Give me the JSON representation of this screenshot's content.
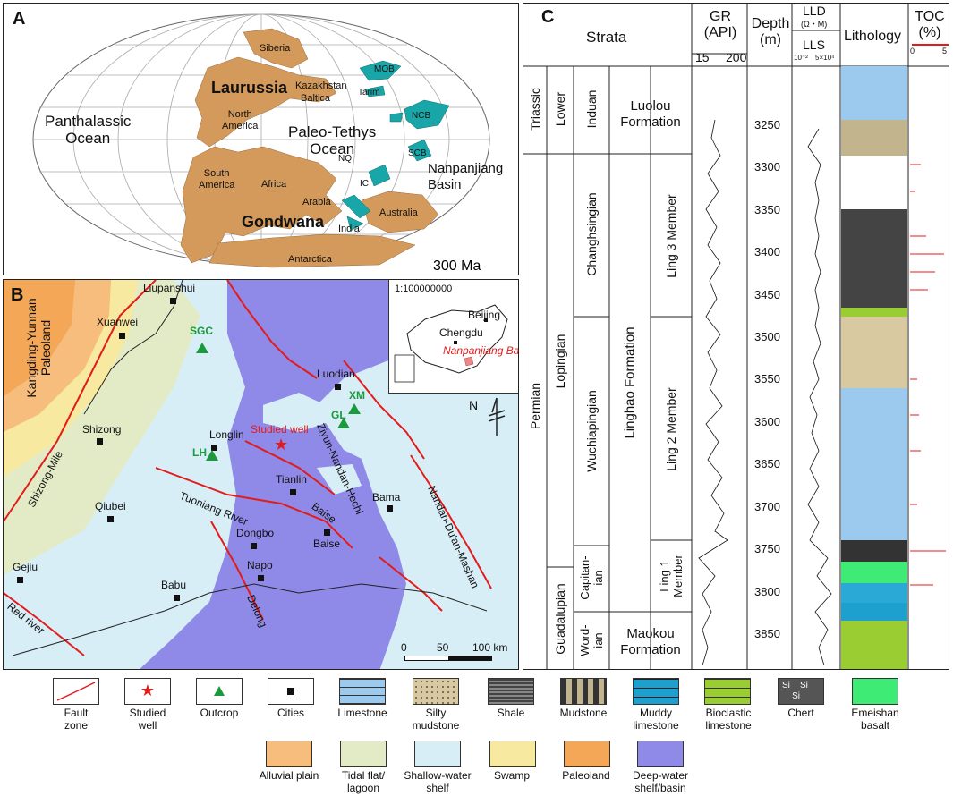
{
  "panelA": {
    "label": "A",
    "age": "300 Ma",
    "oceans": {
      "panthalassic": "Panthalassic\nOcean",
      "paleotethys": "Paleo-Tethys\nOcean"
    },
    "continents": [
      "Siberia",
      "Laurussia",
      "Kazakhstan",
      "Baltica",
      "North\nAmerica",
      "Tarim",
      "MOB",
      "NCB",
      "SCB",
      "NQ",
      "IC",
      "South\nAmerica",
      "Africa",
      "Arabia",
      "Gondwana",
      "India",
      "Australia",
      "Antarctica"
    ],
    "basin": "Nanpanjiang\nBasin",
    "colors": {
      "land": "#d39a5c",
      "block": "#19a6a9"
    }
  },
  "panelB": {
    "label": "B",
    "scale_label": "1:100000000",
    "inset_labels": {
      "beijing": "Beijing",
      "chengdu": "Chengdu",
      "basin": "Nanpanjiang Basin"
    },
    "paleoland": "Kangding-Yunnan\nPaleoland",
    "cities": [
      "Liupanshui",
      "Xuanwei",
      "Shizong",
      "Qiubei",
      "Gejiu",
      "Babu",
      "Longlin",
      "Luodian",
      "Tianlin",
      "Dongbo",
      "Napo",
      "Baise",
      "Bama"
    ],
    "outcrops": [
      "SGC",
      "LH",
      "XM",
      "GL"
    ],
    "studied_well": "Studied well",
    "faults": [
      "Ziyun-Nandan-Hechi",
      "Nandan-Du'an-Mashan",
      "Shizong-Mile",
      "Tuoniang River",
      "Baise",
      "Red river",
      "Delong"
    ],
    "north": "N",
    "scale": {
      "s0": "0",
      "s1": "50",
      "s2": "100 km"
    },
    "colors": {
      "deep": "#8f89e8",
      "shelf": "#d8eef7",
      "tidal": "#e3ebc6",
      "swamp": "#f7e9a0",
      "paleoland": "#f3a757"
    }
  },
  "panelC": {
    "label": "C",
    "headers": {
      "strata": "Strata",
      "gr": "GR\n(API)",
      "gr_scale": [
        "15",
        "200"
      ],
      "depth": "Depth\n(m)",
      "lld": "LLD",
      "lld_unit": "(Ω・M)",
      "lls": "LLS",
      "ll_scale": [
        "10⁻²",
        "5×10⁴"
      ],
      "lithology": "Lithology",
      "toc": "TOC\n(%)",
      "toc_scale": [
        "0",
        "5"
      ]
    },
    "strata": {
      "systems": [
        "Triassic",
        "Permian"
      ],
      "series": [
        "Lower",
        "Lopingian",
        "Guadalupian"
      ],
      "stages": [
        "Induan",
        "Changhsingian",
        "Wuchiapingian",
        "Capitan-\nian",
        "Word-\nian"
      ],
      "formations": [
        "Luolou\nFormation",
        "Linghao   Formation",
        "Maokou\nFormation"
      ],
      "members": [
        "Ling 3  Member",
        "Ling 2  Member",
        "Ling 1\nMember"
      ]
    },
    "depth_ticks": [
      "3250",
      "3300",
      "3350",
      "3400",
      "3450",
      "3500",
      "3550",
      "3600",
      "3650",
      "3700",
      "3750",
      "3800",
      "3850"
    ]
  },
  "legend": {
    "row1": [
      {
        "key": "fault",
        "label": "Fault\nzone"
      },
      {
        "key": "well",
        "label": "Studied\nwell"
      },
      {
        "key": "outcrop",
        "label": "Outcrop"
      },
      {
        "key": "city",
        "label": "Cities"
      },
      {
        "key": "limestone",
        "label": "Limestone"
      },
      {
        "key": "silty",
        "label": "Silty\nmudstone"
      },
      {
        "key": "shale",
        "label": "Shale"
      },
      {
        "key": "mudstone",
        "label": "Mudstone"
      },
      {
        "key": "muddy",
        "label": "Muddy\nlimestone"
      },
      {
        "key": "bioclastic",
        "label": "Bioclastic\nlimestone"
      },
      {
        "key": "chert",
        "label": "Chert"
      },
      {
        "key": "basalt",
        "label": "Emeishan\nbasalt"
      }
    ],
    "row2": [
      {
        "key": "alluvial",
        "label": "Alluvial plain",
        "color": "#f6bd7d"
      },
      {
        "key": "tidal",
        "label": "Tidal flat/\nlagoon",
        "color": "#e3ebc6"
      },
      {
        "key": "shelf",
        "label": "Shallow-water\nshelf",
        "color": "#d8eef7"
      },
      {
        "key": "swamp",
        "label": "Swamp",
        "color": "#f7e9a0"
      },
      {
        "key": "paleoland",
        "label": "Paleoland",
        "color": "#f3a757"
      },
      {
        "key": "deep",
        "label": "Deep-water\nshelf/basin",
        "color": "#8f89e8"
      }
    ]
  }
}
